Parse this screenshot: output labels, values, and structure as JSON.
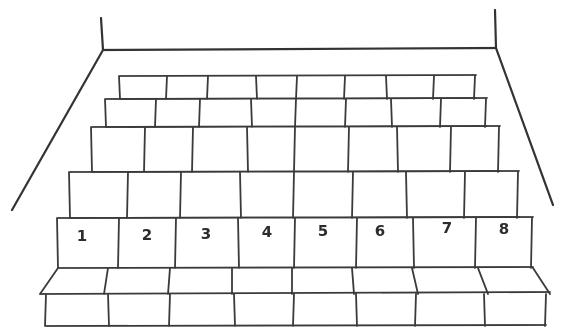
{
  "lanes": {
    "labels": [
      "1",
      "2",
      "3",
      "4",
      "5",
      "6",
      "7",
      "8"
    ]
  }
}
